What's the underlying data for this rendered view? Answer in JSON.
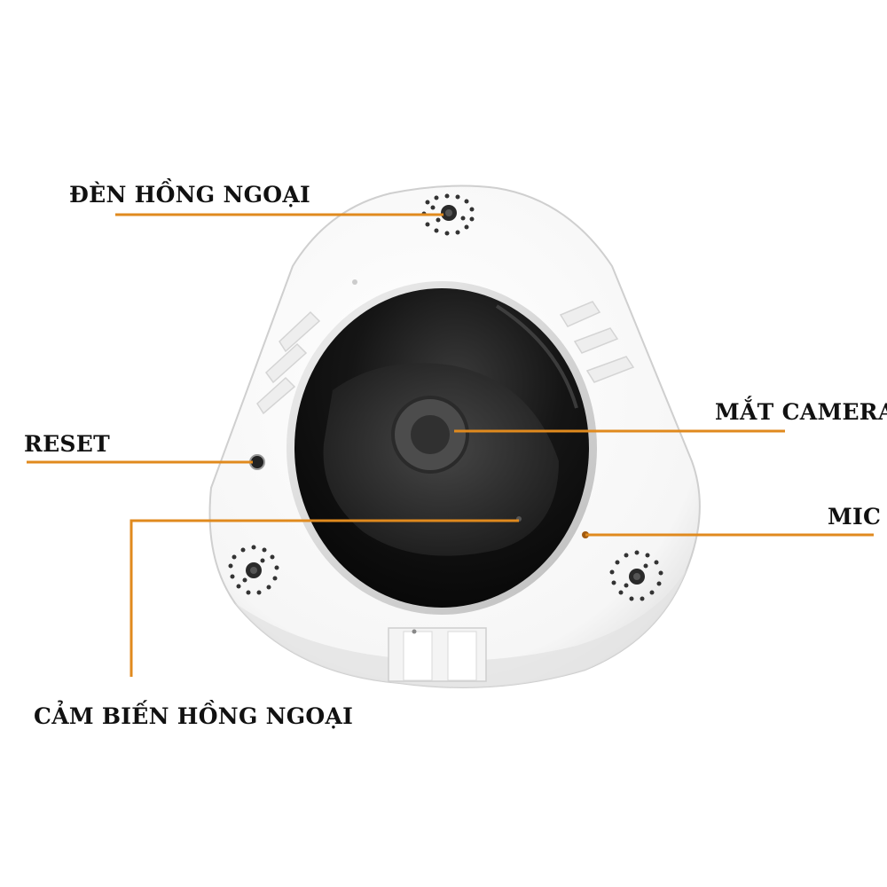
{
  "labels": {
    "infrared_led": "ĐÈN HỒNG NGOẠI",
    "reset": "RESET",
    "camera_lens": "MẮT CAMERA",
    "mic": "MIC",
    "infrared_sensor": "CẢM BIẾN HỒNG NGOẠI"
  },
  "colors": {
    "leader_line": "#e08a1e",
    "label_text": "#111111",
    "camera_body": "#ffffff",
    "camera_shadow": "#d9d9d9",
    "lens_outer": "#0b0b0b",
    "lens_inner": "#2a2a2a"
  }
}
